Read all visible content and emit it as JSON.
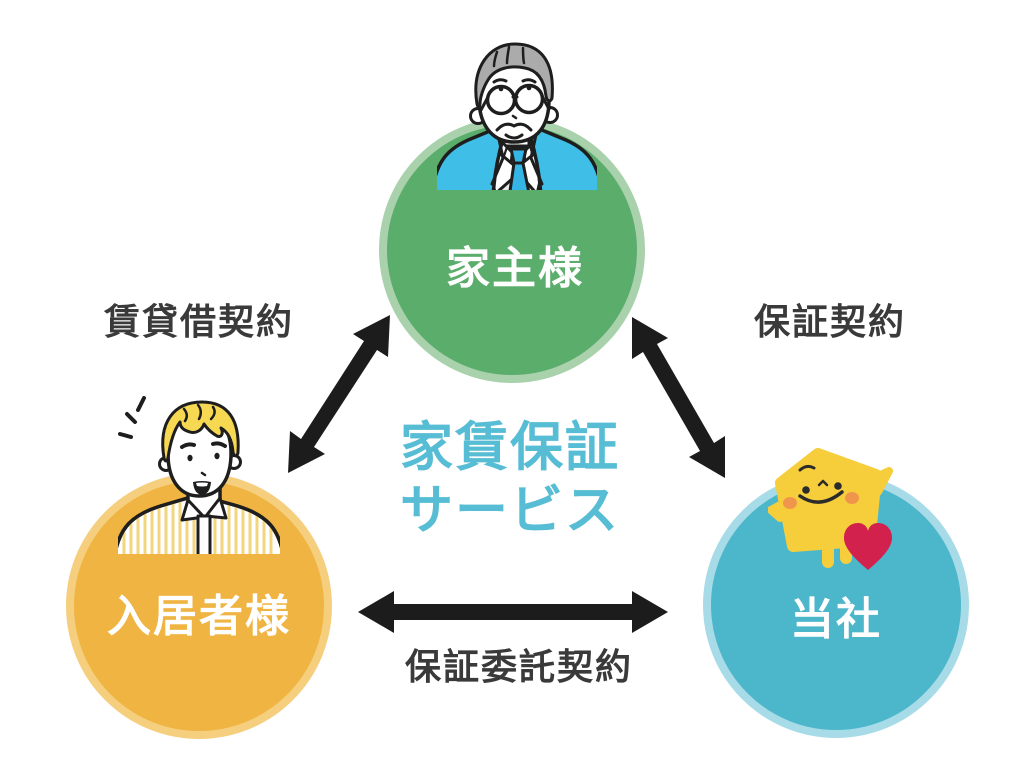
{
  "title": {
    "line1": "家賃保証",
    "line2": "サービス",
    "color": "#57BDD4"
  },
  "nodes": {
    "landlord": {
      "label": "家主様",
      "fill": "#5BAD6C",
      "rim": "#A9D2AC",
      "character": "elderly-man-in-glasses-and-suit"
    },
    "tenant": {
      "label": "入居者様",
      "fill": "#EFB441",
      "rim": "#F5CF7E",
      "character": "young-man-in-striped-shirt"
    },
    "company": {
      "label": "当社",
      "fill": "#4CB6CA",
      "rim": "#A7DBE7",
      "character": "yellow-house-mascot-holding-heart"
    }
  },
  "relations": {
    "lease": {
      "label": "賃貸借契約",
      "between": "tenant-landlord"
    },
    "guarantee": {
      "label": "保証契約",
      "between": "landlord-company"
    },
    "consignment": {
      "label": "保証委託契約",
      "between": "tenant-company"
    }
  },
  "colors": {
    "arrow": "#1C1C1C",
    "relation_label": "#3A3A3A",
    "node_label": "#FFFFFF",
    "background": "#FFFFFF"
  }
}
